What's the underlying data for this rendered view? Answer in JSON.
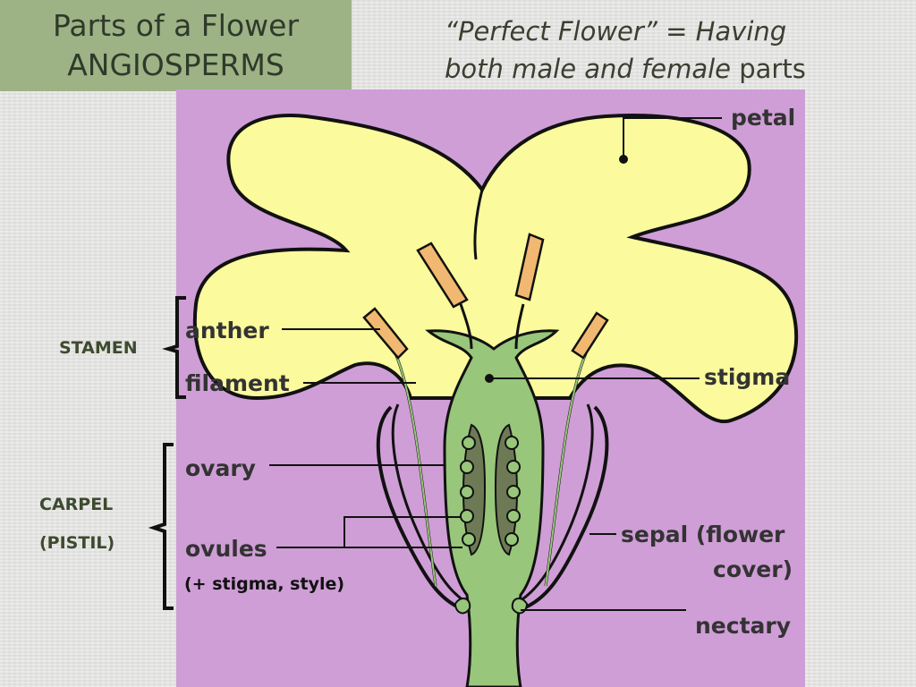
{
  "title": {
    "line1": "Parts of a Flower",
    "line2": "ANGIOSPERMS"
  },
  "subtitle": {
    "line1": "“Perfect Flower” = Having",
    "line2_italic": "both male and female",
    "line2_rest": " parts"
  },
  "groups": {
    "stamen": "STAMEN",
    "carpel_line1": "CARPEL",
    "carpel_line2": "(PISTIL)",
    "carpel_note": "(+ stigma, style)"
  },
  "labels": {
    "petal": "petal",
    "anther": "anther",
    "filament": "filament",
    "stigma": "stigma",
    "ovary": "ovary",
    "ovules": "ovules",
    "sepal_line1": "sepal (flower",
    "sepal_line2": "cover)",
    "nectary": "nectary"
  },
  "colors": {
    "background_panel": "#cf9ed6",
    "petal": "#fbfa9c",
    "carpel": "#98c67a",
    "ovule_core": "#6e7a55",
    "anther": "#f0b870",
    "title_box": "#9db386"
  }
}
